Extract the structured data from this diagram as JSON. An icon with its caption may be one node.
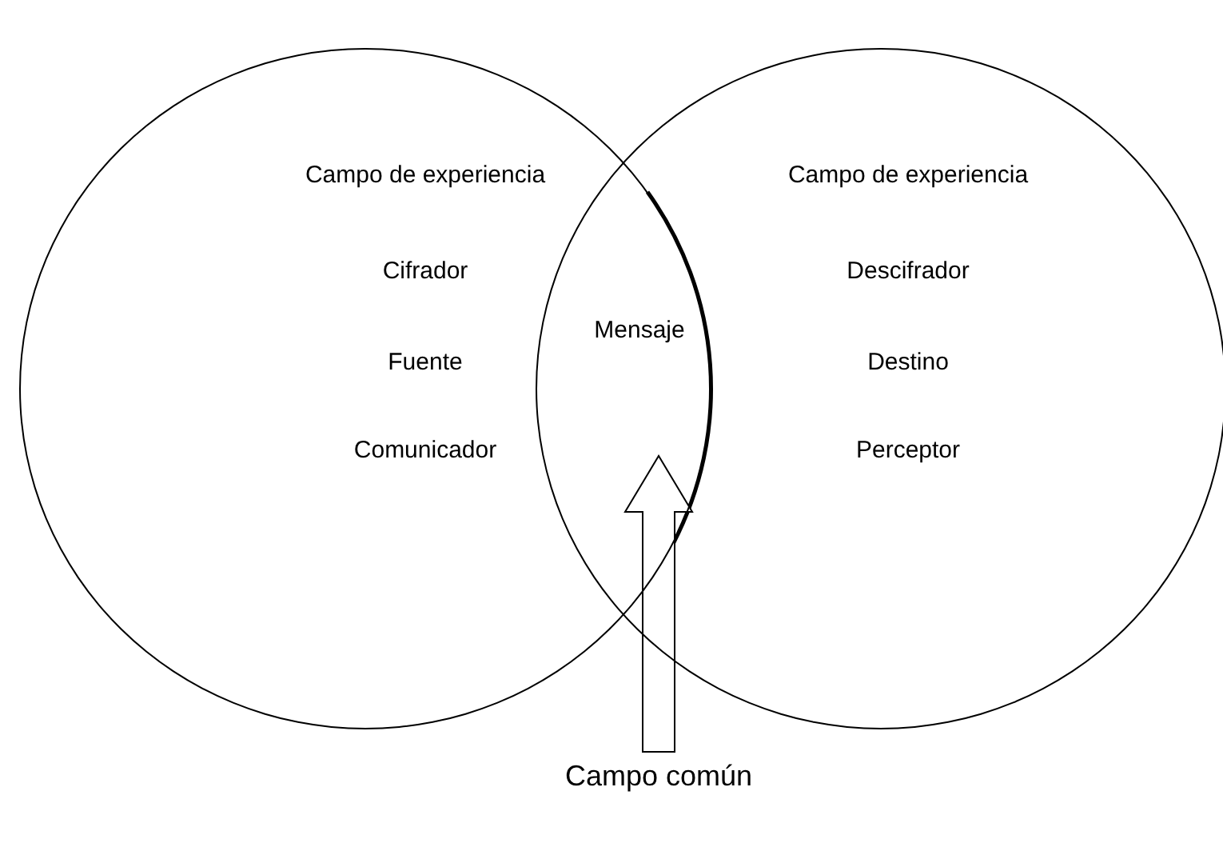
{
  "diagram": {
    "nodes": [
      {
        "text": [
          "Campo de experiencia",
          "Cifrador",
          "Fuente",
          "Comunicador"
        ]
      },
      {
        "text": [
          "Campo de experiencia",
          "Descifrador",
          "Destino",
          "Perceptor"
        ]
      },
      {
        "text": [
          "Mensaje"
        ]
      },
      {
        "text": [
          "Campo común"
        ]
      }
    ],
    "edges": [
      {
        "from": 3,
        "to": 2,
        "arrow": "to"
      }
    ]
  }
}
